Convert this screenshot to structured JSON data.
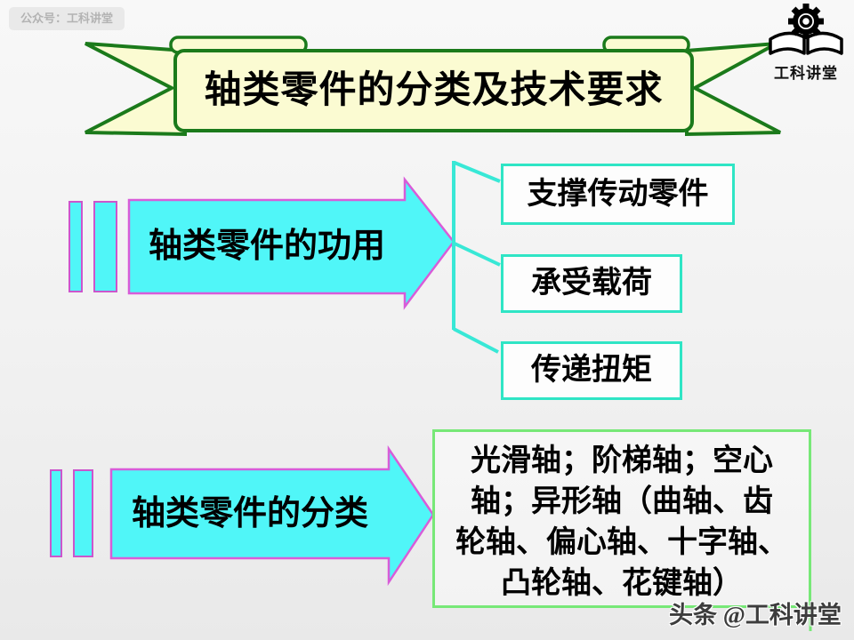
{
  "header": {
    "badge_text": "公众号：工科讲堂",
    "logo": {
      "text": "工科讲堂"
    }
  },
  "title_banner": {
    "text": "轴类零件的分类及技术要求",
    "fill_color": "#fbfbd2",
    "border_color": "#1b7a1b"
  },
  "diagram": {
    "function_arrow": {
      "label": "轴类零件的功用"
    },
    "function_items": [
      "支撑传动零件",
      "承受载荷",
      "传递扭矩"
    ],
    "classification_arrow": {
      "label": "轴类零件的分类"
    },
    "classification_box": {
      "lines": [
        "光滑轴；阶梯轴；空心",
        "轴；异形轴（曲轴、齿",
        "轮轴、偏心轴、十字轴、",
        "凸轮轴、花键轴）"
      ],
      "full_text": "光滑轴；阶梯轴；空心轴；异形轴（曲轴、齿轮轴、偏心轴、十字轴、凸轮轴、花键轴）",
      "border_color": "#77e877"
    },
    "colors": {
      "arrow_fill": "#50f6f8",
      "arrow_border": "#d85cd8",
      "bracket_line": "#38e8d6",
      "item_box_border": "#2fe5c5"
    }
  },
  "footer": {
    "watermark": "头条 @工科讲堂"
  }
}
